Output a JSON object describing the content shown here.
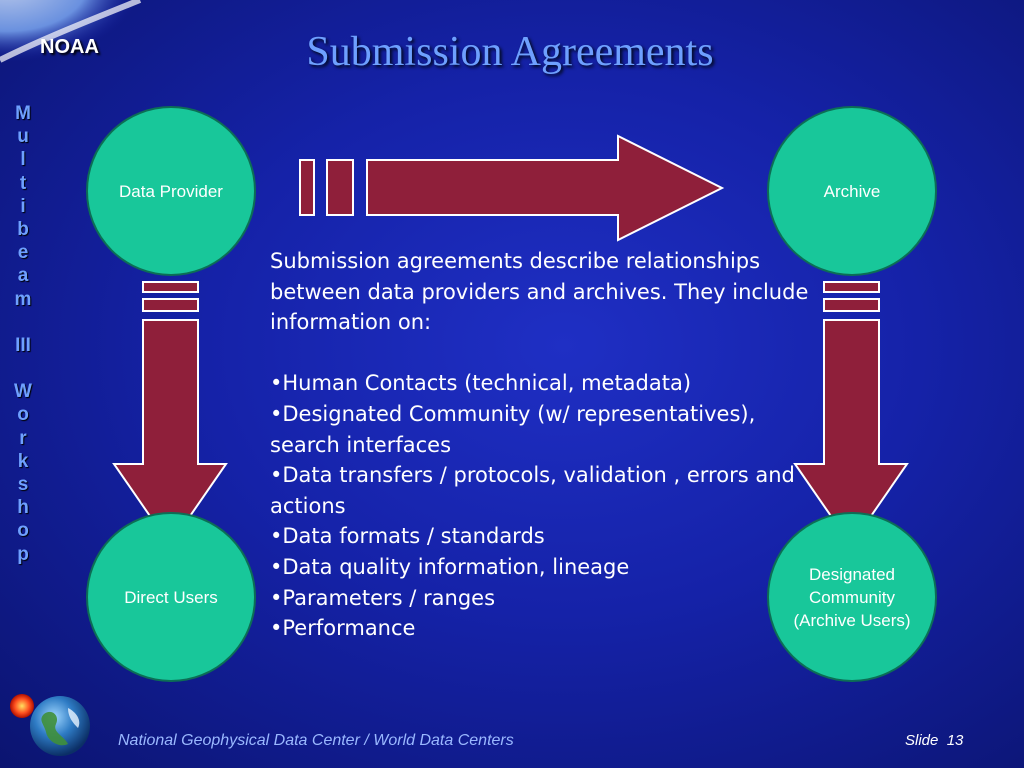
{
  "header": {
    "title": "Submission Agreements",
    "org_label": "NOAA"
  },
  "sidebar": {
    "letters": [
      "M",
      "u",
      "l",
      "t",
      "i",
      "b",
      "e",
      "a",
      "m",
      "",
      "III",
      "",
      "W",
      "o",
      "r",
      "k",
      "s",
      "h",
      "o",
      "p"
    ]
  },
  "diagram": {
    "nodes": {
      "data_provider": "Data Provider",
      "archive": "Archive",
      "direct_users": "Direct Users",
      "designated_community_line1": "Designated",
      "designated_community_line2": "Community",
      "designated_community_line3": "(Archive Users)"
    },
    "colors": {
      "node_fill": "#18c79a",
      "arrow_fill": "#8f1f3a",
      "arrow_stroke": "#ffffff"
    }
  },
  "content": {
    "intro": "Submission agreements describe relationships between data providers and archives. They include information on:",
    "bullets": [
      "•Human Contacts (technical, metadata)",
      "•Designated Community (w/ representatives), search interfaces",
      "•Data transfers / protocols, validation , errors and actions",
      "•Data formats / standards",
      "•Data quality information, lineage",
      "•Parameters / ranges",
      "•Performance"
    ]
  },
  "footer": {
    "organization": "National Geophysical Data Center / World Data Centers",
    "slide_label": "Slide",
    "slide_number": "13"
  },
  "icons": {
    "corner": "swirl-logo-icon",
    "globe": "globe-sun-icon"
  }
}
